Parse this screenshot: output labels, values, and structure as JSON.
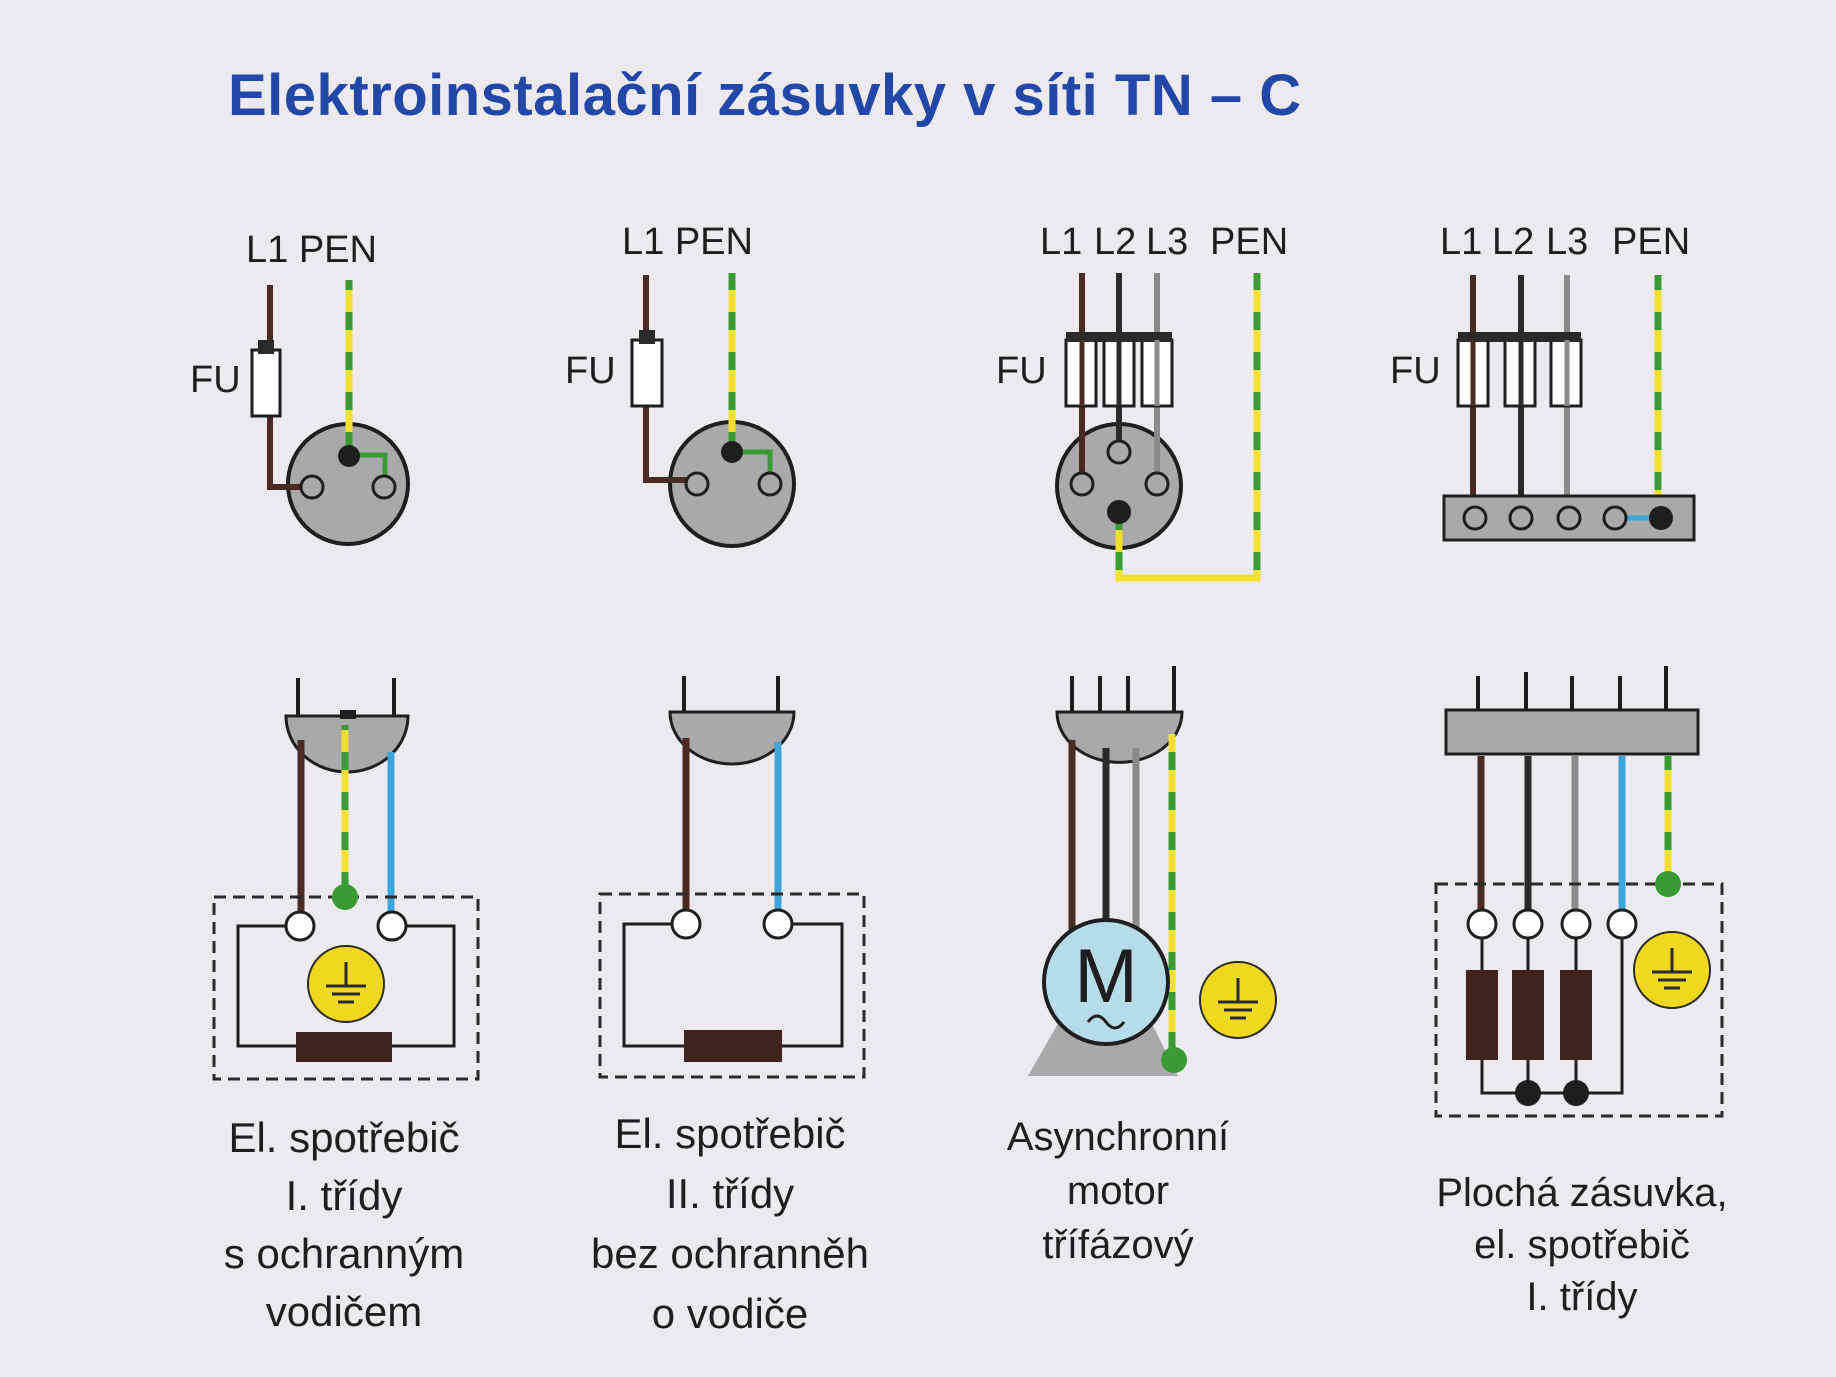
{
  "title": "Elektroinstalační zásuvky v síti TN – C",
  "panels": [
    {
      "top_labels": [
        "L1 PEN"
      ],
      "fuse_label": "FU",
      "caption": [
        "El. spotřebič",
        "I. třídy",
        "s ochranným",
        "vodičem"
      ]
    },
    {
      "top_labels": [
        "L1 PEN"
      ],
      "fuse_label": "FU",
      "caption": [
        "El. spotřebič",
        "II. třídy",
        "bez ochranněh",
        "o vodiče"
      ]
    },
    {
      "top_labels": [
        "L1",
        "L2",
        "L3",
        "PEN"
      ],
      "fuse_label": "FU",
      "motor_label": "M",
      "caption": [
        "Asynchronní",
        "motor",
        "třífázový"
      ]
    },
    {
      "top_labels": [
        "L1",
        "L2",
        "L3",
        "PEN"
      ],
      "fuse_label": "FU",
      "caption": [
        "Plochá zásuvka,",
        "el. spotřebič",
        "I. třídy"
      ]
    }
  ],
  "colors": {
    "title": "#2347a6",
    "phase_brown": "#4a2a24",
    "phase_black": "#2a2a2a",
    "phase_grey": "#8a8a8a",
    "pen_green": "#3a9a34",
    "pen_yellow": "#f2e030",
    "neutral_blue": "#3fa4d8",
    "socket_grey": "#a9a9ab",
    "ground_badge": "#f0d81e",
    "motor_blue": "#b6dcea",
    "resistor": "#3e2420"
  }
}
